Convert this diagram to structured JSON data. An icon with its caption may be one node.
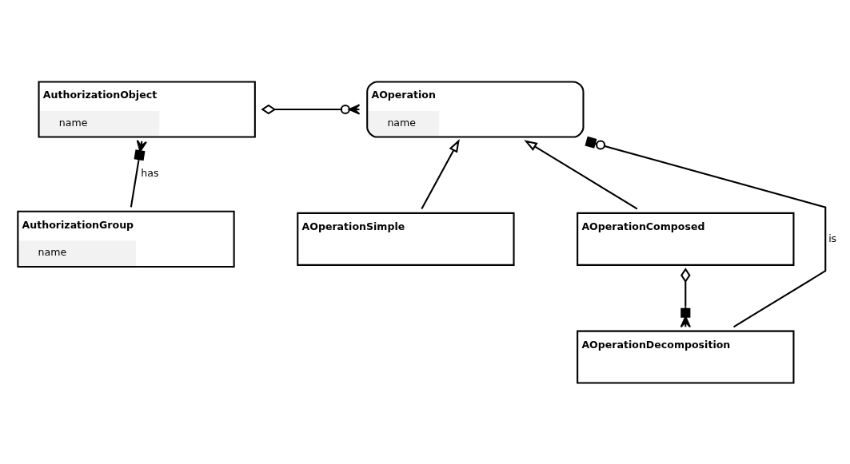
{
  "diagram": {
    "nodes": [
      {
        "text": [
          "AuthorizationObject",
          "name"
        ]
      },
      {
        "text": [
          "AOperation",
          "name"
        ]
      },
      {
        "text": [
          "AOperationSimple"
        ]
      },
      {
        "text": [
          "AOperationComposed"
        ]
      },
      {
        "text": [
          "AuthorizationGroup",
          "name"
        ]
      },
      {
        "text": [
          "AOperationDecomposition"
        ]
      }
    ],
    "edges": [
      {
        "from": 0,
        "to": 1,
        "arrow": "other"
      },
      {
        "from": 2,
        "to": 1,
        "arrow": "to"
      },
      {
        "from": 3,
        "to": 1,
        "arrow": "to"
      },
      {
        "from": 1,
        "to": 5,
        "label": "is",
        "arrow": "other"
      },
      {
        "from": 3,
        "to": 5,
        "arrow": "other"
      },
      {
        "from": 0,
        "to": 4,
        "label": "has",
        "arrow": "other"
      }
    ]
  }
}
